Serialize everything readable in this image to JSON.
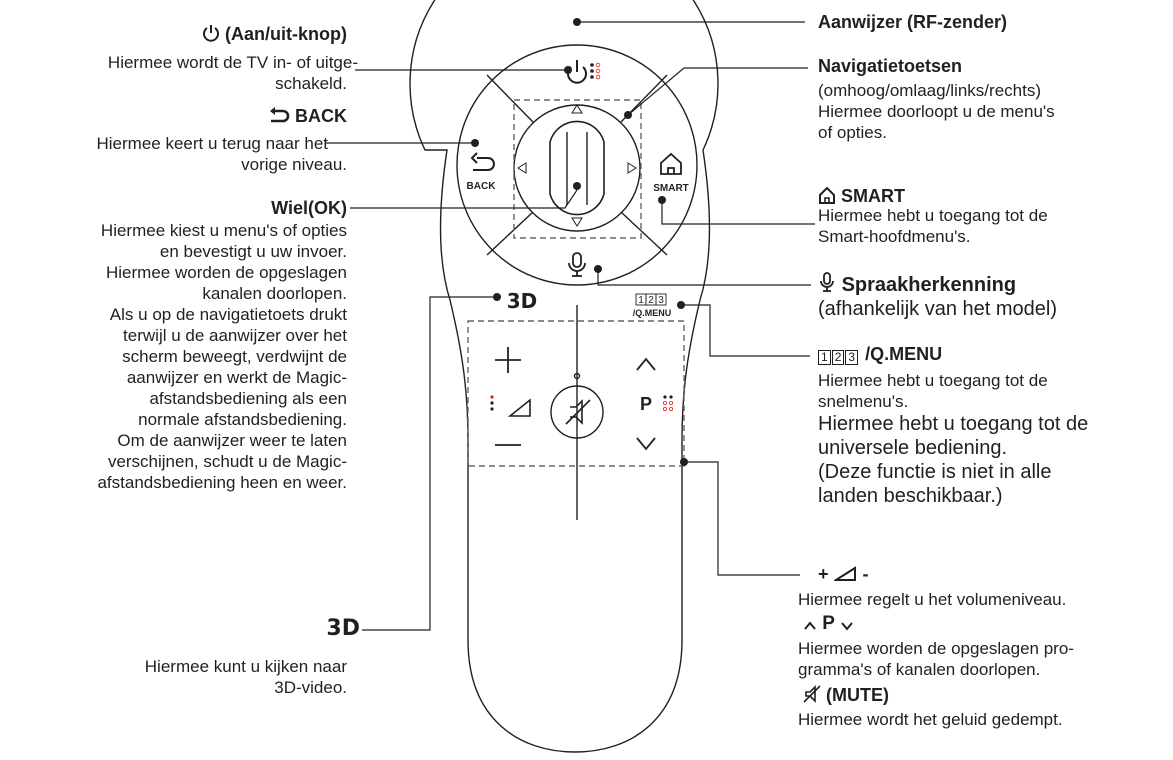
{
  "left": {
    "power": {
      "title": "(Aan/uit-knop)",
      "desc": [
        "Hiermee wordt de TV in- of uitge-",
        "schakeld."
      ]
    },
    "back": {
      "title": "BACK",
      "desc": [
        "Hiermee keert u terug naar het",
        "vorige niveau."
      ]
    },
    "wheel": {
      "title": "Wiel(OK)",
      "desc": [
        "Hiermee kiest u menu's of opties",
        "en bevestigt u uw invoer.",
        "Hiermee worden de opgeslagen",
        "kanalen doorlopen.",
        "Als u op de navigatietoets drukt",
        "terwijl u de aanwijzer over het",
        "scherm beweegt, verdwijnt de",
        "aanwijzer en werkt de Magic-",
        "afstandsbediening als een",
        "normale afstandsbediening.",
        "Om de aanwijzer weer te laten",
        "verschijnen, schudt u de Magic-",
        "afstandsbediening heen en weer."
      ]
    },
    "three_d": {
      "title": "3D",
      "desc": [
        "Hiermee kunt u kijken naar",
        "3D-video."
      ]
    }
  },
  "right": {
    "pointer": {
      "title": "Aanwijzer (RF-zender)"
    },
    "nav": {
      "title": "Navigatietoetsen",
      "desc": [
        "(omhoog/omlaag/links/rechts)",
        "Hiermee doorloopt u de menu's",
        "of opties."
      ]
    },
    "smart": {
      "title": "SMART",
      "desc": [
        "Hiermee hebt u toegang tot de",
        "Smart-hoofdmenu's."
      ]
    },
    "voice": {
      "title": "Spraakherkenning",
      "desc": [
        "(afhankelijk van het model)"
      ]
    },
    "qmenu": {
      "keys": [
        "1",
        "2",
        "3"
      ],
      "title": "/Q.MENU",
      "desc": [
        "Hiermee hebt u toegang tot de",
        "snelmenu's."
      ],
      "desc_big": [
        "Hiermee hebt u toegang tot de",
        "universele bediening.",
        "(Deze functie is niet in alle",
        "landen beschikbaar.)"
      ]
    },
    "volume": {
      "title": "+",
      "title_suffix": "-",
      "desc": [
        "Hiermee regelt u het volumeniveau."
      ]
    },
    "program": {
      "title": "P",
      "desc": [
        "Hiermee worden de opgeslagen pro-",
        "gramma's of kanalen doorlopen."
      ]
    },
    "mute": {
      "title": "(MUTE)",
      "desc": [
        "Hiermee wordt het geluid gedempt."
      ]
    }
  },
  "remote": {
    "back_label": "BACK",
    "smart_label": "SMART",
    "three_d_label": "3D",
    "qmenu_keys": [
      "1",
      "2",
      "3"
    ],
    "qmenu_label": "/Q.MENU",
    "p_label": "P"
  }
}
